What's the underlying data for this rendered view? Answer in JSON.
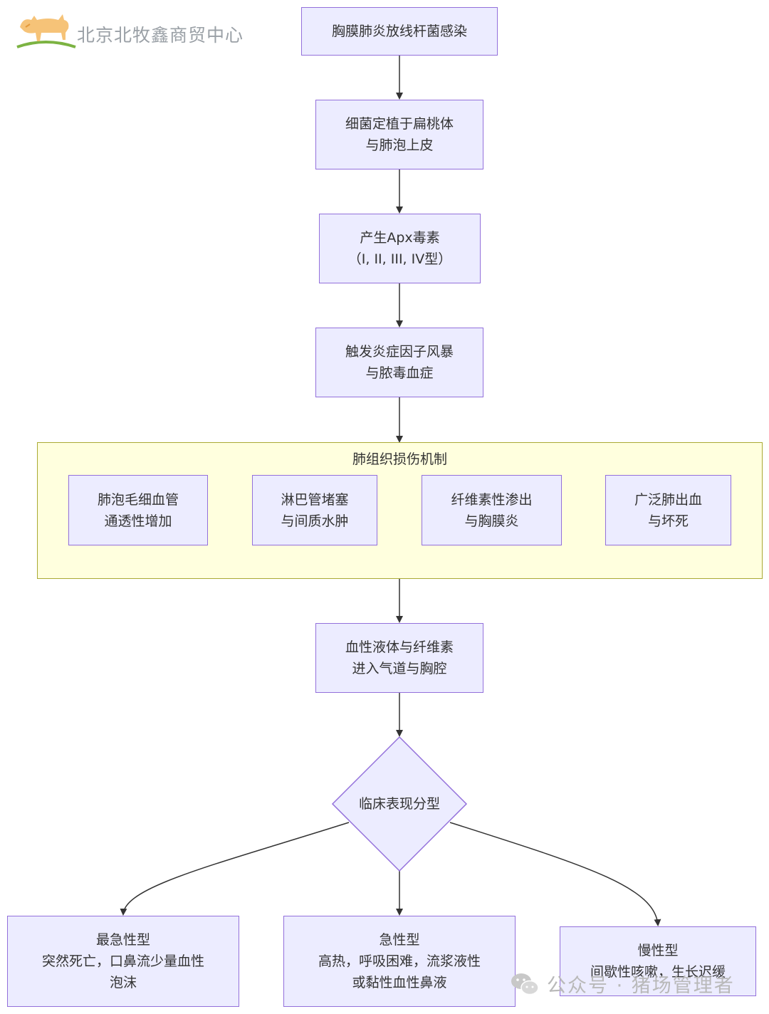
{
  "logo": {
    "text": "北京北牧鑫商贸中心",
    "icon": "cattle-logo-icon"
  },
  "watermark": {
    "text": "公众号 · 猪场管理者",
    "icon": "wechat-icon"
  },
  "nodes": {
    "n1": [
      "胸膜肺炎放线杆菌感染"
    ],
    "n2": [
      "细菌定植于扁桃体",
      "与肺泡上皮"
    ],
    "n3": [
      "产生Apx毒素",
      "（I, II, III, IV型）"
    ],
    "n4": [
      "触发炎症因子风暴",
      "与脓毒血症"
    ],
    "cluster_title": "肺组织损伤机制",
    "c1": [
      "肺泡毛细血管",
      "通透性增加"
    ],
    "c2": [
      "淋巴管堵塞",
      "与间质水肿"
    ],
    "c3": [
      "纤维素性渗出",
      "与胸膜炎"
    ],
    "c4": [
      "广泛肺出血",
      "与坏死"
    ],
    "n5": [
      "血性液体与纤维素",
      "进入气道与胸腔"
    ],
    "decision": "临床表现分型",
    "t1": [
      "最急性型",
      "突然死亡，口鼻流少量血性",
      "泡沫"
    ],
    "t2": [
      "急性型",
      "高热，呼吸困难，流浆液性",
      "或黏性血性鼻液"
    ],
    "t3": [
      "慢性型",
      "间歇性咳嗽，生长迟缓"
    ]
  },
  "colors": {
    "node_fill": "#ECECFF",
    "node_stroke": "#9370DB",
    "cluster_fill": "#FFFFDE",
    "cluster_stroke": "#AAAA33",
    "edge": "#333333",
    "text": "#333333"
  }
}
